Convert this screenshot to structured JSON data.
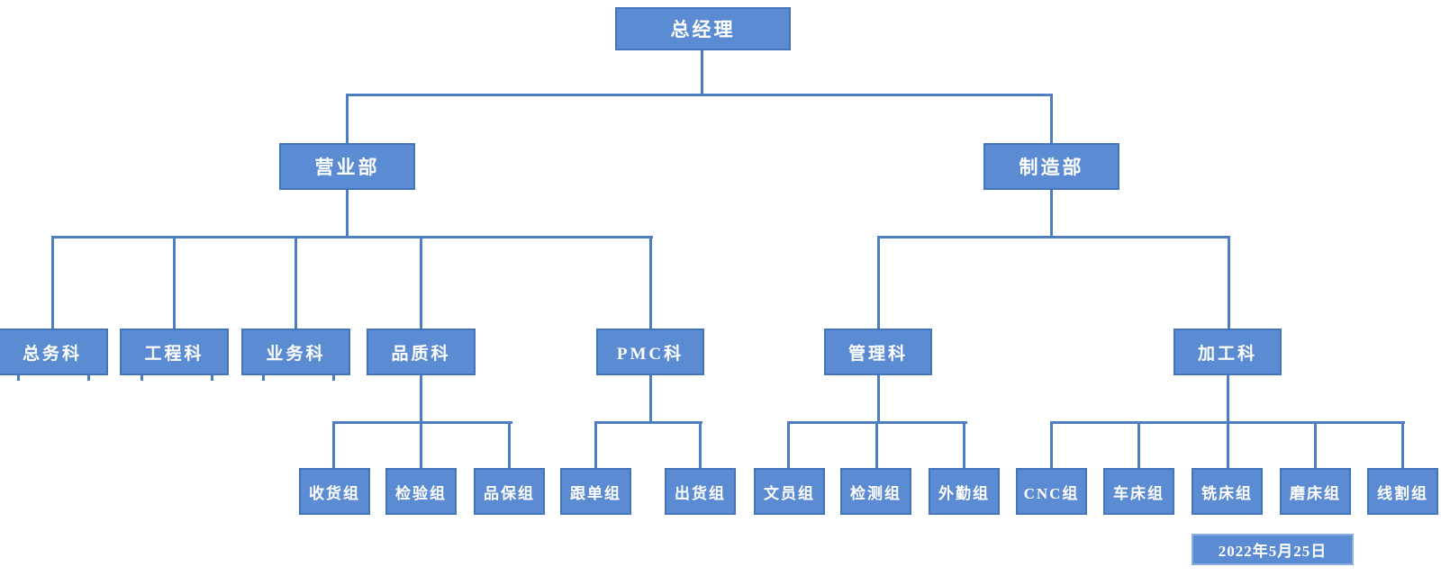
{
  "org": {
    "root": {
      "label": "总经理"
    },
    "departments": [
      {
        "label": "营业部",
        "sections": [
          {
            "label": "总务科",
            "teams": []
          },
          {
            "label": "工程科",
            "teams": []
          },
          {
            "label": "业务科",
            "teams": []
          },
          {
            "label": "品质科",
            "teams": [
              {
                "label": "收货组"
              },
              {
                "label": "检验组"
              },
              {
                "label": "品保组"
              }
            ]
          },
          {
            "label": "PMC科",
            "teams": [
              {
                "label": "跟单组"
              },
              {
                "label": "出货组"
              }
            ]
          }
        ]
      },
      {
        "label": "制造部",
        "sections": [
          {
            "label": "管理科",
            "teams": [
              {
                "label": "文员组"
              },
              {
                "label": "检测组"
              },
              {
                "label": "外勤组"
              }
            ]
          },
          {
            "label": "加工科",
            "teams": [
              {
                "label": "CNC组"
              },
              {
                "label": "车床组"
              },
              {
                "label": "铣床组"
              },
              {
                "label": "磨床组"
              },
              {
                "label": "线割组"
              }
            ]
          }
        ]
      }
    ],
    "date_label": "2022年5月25日"
  },
  "colors": {
    "box_fill": "#5B8BD3",
    "box_border": "#4374BD",
    "box_border_light": "#87AEDF",
    "connector": "#4E7FC4",
    "text": "#FFFFFF",
    "background": "#FFFFFF"
  }
}
